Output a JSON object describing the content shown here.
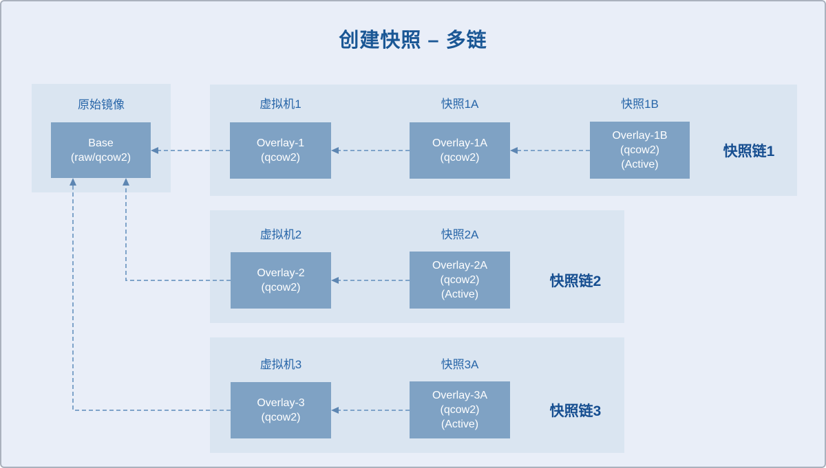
{
  "title": "创建快照 – 多链",
  "colors": {
    "page_background": "#e9eef8",
    "panel_background": "#dae5f1",
    "node_fill": "#7fa2c4",
    "node_text": "#ffffff",
    "title_text": "#1a5795",
    "label_text": "#2765a8",
    "chain_label_text": "#164e90",
    "arrow_dash": "#7ea3c9",
    "arrow_head": "#5d86b2",
    "border": "#aab1bd"
  },
  "base_panel": {
    "label": "原始镜像",
    "node": {
      "id": "base",
      "lines": [
        "Base",
        "(raw/qcow2)"
      ]
    }
  },
  "chains": [
    {
      "label": "快照链1",
      "nodes": [
        {
          "id": "overlay-1",
          "title": "虚拟机1",
          "lines": [
            "Overlay-1",
            "(qcow2)"
          ]
        },
        {
          "id": "overlay-1a",
          "title": "快照1A",
          "lines": [
            "Overlay-1A",
            "(qcow2)"
          ]
        },
        {
          "id": "overlay-1b",
          "title": "快照1B",
          "lines": [
            "Overlay-1B",
            "(qcow2)",
            "(Active)"
          ]
        }
      ]
    },
    {
      "label": "快照链2",
      "nodes": [
        {
          "id": "overlay-2",
          "title": "虚拟机2",
          "lines": [
            "Overlay-2",
            "(qcow2)"
          ]
        },
        {
          "id": "overlay-2a",
          "title": "快照2A",
          "lines": [
            "Overlay-2A",
            "(qcow2)",
            "(Active)"
          ]
        }
      ]
    },
    {
      "label": "快照链3",
      "nodes": [
        {
          "id": "overlay-3",
          "title": "虚拟机3",
          "lines": [
            "Overlay-3",
            "(qcow2)"
          ]
        },
        {
          "id": "overlay-3a",
          "title": "快照3A",
          "lines": [
            "Overlay-3A",
            "(qcow2)",
            "(Active)"
          ]
        }
      ]
    }
  ],
  "edges": [
    {
      "from": "overlay-1",
      "to": "base"
    },
    {
      "from": "overlay-1a",
      "to": "overlay-1"
    },
    {
      "from": "overlay-1b",
      "to": "overlay-1a"
    },
    {
      "from": "overlay-2",
      "to": "base"
    },
    {
      "from": "overlay-2a",
      "to": "overlay-2"
    },
    {
      "from": "overlay-3",
      "to": "base"
    },
    {
      "from": "overlay-3a",
      "to": "overlay-3"
    }
  ]
}
